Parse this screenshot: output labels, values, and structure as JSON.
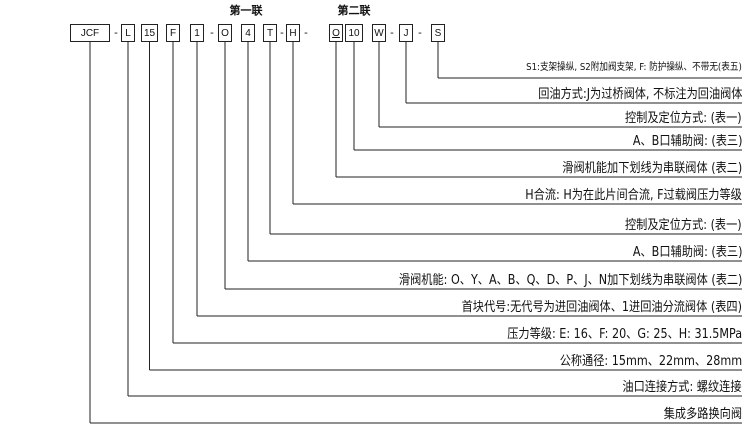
{
  "headers": {
    "first_unit": "第一联",
    "second_unit": "第二联"
  },
  "model_code": [
    {
      "text": "JCF"
    },
    {
      "text": "-",
      "sep": true
    },
    {
      "text": "L"
    },
    {
      "text": "15"
    },
    {
      "text": "F"
    },
    {
      "text": "1"
    },
    {
      "text": "-",
      "sep": true
    },
    {
      "text": "O"
    },
    {
      "text": "4"
    },
    {
      "text": "T"
    },
    {
      "text": "-",
      "sep": true
    },
    {
      "text": "H"
    },
    {
      "text": "-",
      "sep": true
    },
    {
      "text": "O",
      "underline": true
    },
    {
      "text": "10"
    },
    {
      "text": "W"
    },
    {
      "text": "-",
      "sep": true
    },
    {
      "text": "J"
    },
    {
      "text": "-",
      "sep": true
    },
    {
      "text": "S"
    }
  ],
  "descriptions": [
    {
      "text": "S1:支架操纵, S2附加阀支架, F: 防护操纵、不带无(表五)",
      "small": true
    },
    {
      "text": "回油方式:J为过桥阀体, 不标注为回油阀体"
    },
    {
      "text": "控制及定位方式: (表一)"
    },
    {
      "text": "A、B口辅助阀: (表三)"
    },
    {
      "text": "滑阀机能加下划线为串联阀体 (表二)"
    },
    {
      "text": "H合流: H为在此片间合流, F过载阀压力等级"
    },
    {
      "text": "控制及定位方式: (表一)"
    },
    {
      "text": "A、B口辅助阀: (表三)"
    },
    {
      "text": "滑阀机能: O、Y、A、B、Q、D、P、J、N加下划线为串联阀体 (表二)"
    },
    {
      "text": "首块代号:无代号为进回油阀体、1进回油分流阀体 (表四)"
    },
    {
      "text": "压力等级: E: 16、F: 20、G: 25、H: 31.5MPa"
    },
    {
      "text": "公称通径: 15mm、22mm、28mm"
    },
    {
      "text": "油口连接方式: 螺纹连接"
    },
    {
      "text": "集成多路换向阀"
    }
  ]
}
